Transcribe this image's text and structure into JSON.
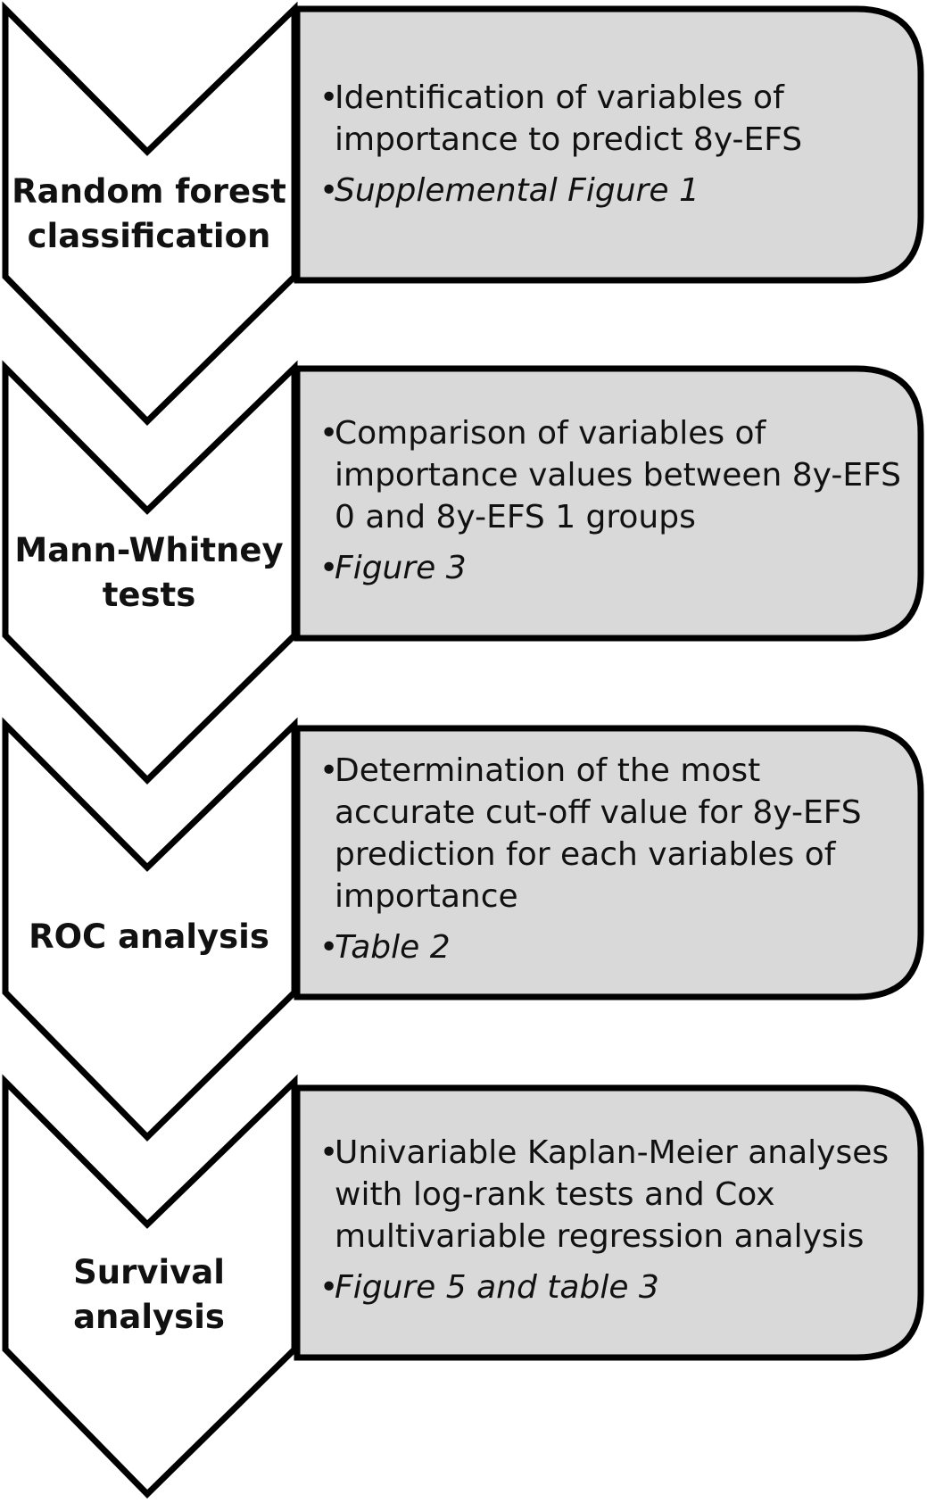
{
  "steps": [
    {
      "title_lines": [
        "Random forest",
        "classification"
      ],
      "description": "Identification of variables of importance to predict 8y-EFS",
      "reference": "Supplemental Figure 1"
    },
    {
      "title_lines": [
        "Mann-Whitney",
        "tests"
      ],
      "description": "Comparison of variables of importance values between 8y-EFS 0 and 8y-EFS 1 groups",
      "reference": "Figure 3"
    },
    {
      "title_lines": [
        "ROC analysis"
      ],
      "description": "Determination of the most accurate cut-off value for 8y-EFS prediction for each variables of importance",
      "reference": "Table 2"
    },
    {
      "title_lines": [
        "Survival",
        "analysis"
      ],
      "description": "Univariable Kaplan-Meier analyses with log-rank tests and Cox multivariable regression analysis",
      "reference": "Figure 5 and table 3"
    }
  ],
  "colors": {
    "box_fill": "#d9d9d9",
    "stroke": "#000000"
  }
}
